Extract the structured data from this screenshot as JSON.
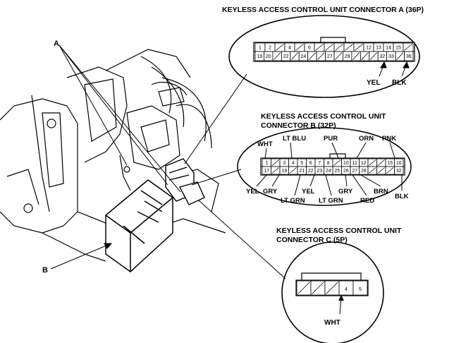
{
  "callouts": {
    "a": "A",
    "b": "B"
  },
  "connector_a": {
    "title": "KEYLESS ACCESS CONTROL UNIT CONNECTOR A (36P)",
    "top_row": [
      "1",
      "2",
      "",
      "4",
      "",
      "6",
      "",
      "",
      "",
      "",
      "",
      "12",
      "13",
      "14",
      "15",
      ""
    ],
    "bottom_row": [
      "19",
      "20",
      "",
      "22",
      "",
      "24",
      "",
      "",
      "27",
      "",
      "29",
      "",
      "",
      "",
      "32",
      "33",
      "",
      "36"
    ],
    "wires": [
      "YEL",
      "BLK"
    ]
  },
  "connector_b": {
    "title_line1": "KEYLESS ACCESS CONTROL UNIT",
    "title_line2": "CONNECTOR B (32P)",
    "top_row": [
      "1",
      "",
      "3",
      "4",
      "5",
      "6",
      "7",
      "8",
      "",
      "10",
      "11",
      "12",
      "",
      "",
      "15",
      "16"
    ],
    "bottom_row": [
      "17",
      "",
      "19",
      "",
      "21",
      "22",
      "23",
      "24",
      "25",
      "26",
      "27",
      "28",
      "",
      "",
      "",
      "32"
    ],
    "wires_top": [
      "WHT",
      "LT BLU",
      "PUR",
      "ORN",
      "PNK"
    ],
    "wires_bottom": [
      "YEL",
      "GRY",
      "LT GRN",
      "YEL",
      "LT GRN",
      "GRY",
      "RED",
      "BRN",
      "BLK"
    ]
  },
  "connector_c": {
    "title_line1": "KEYLESS ACCESS CONTROL UNIT",
    "title_line2": "CONNECTOR C (5P)",
    "pins": [
      "",
      "",
      "",
      "4",
      "5"
    ],
    "wire": "WHT"
  }
}
